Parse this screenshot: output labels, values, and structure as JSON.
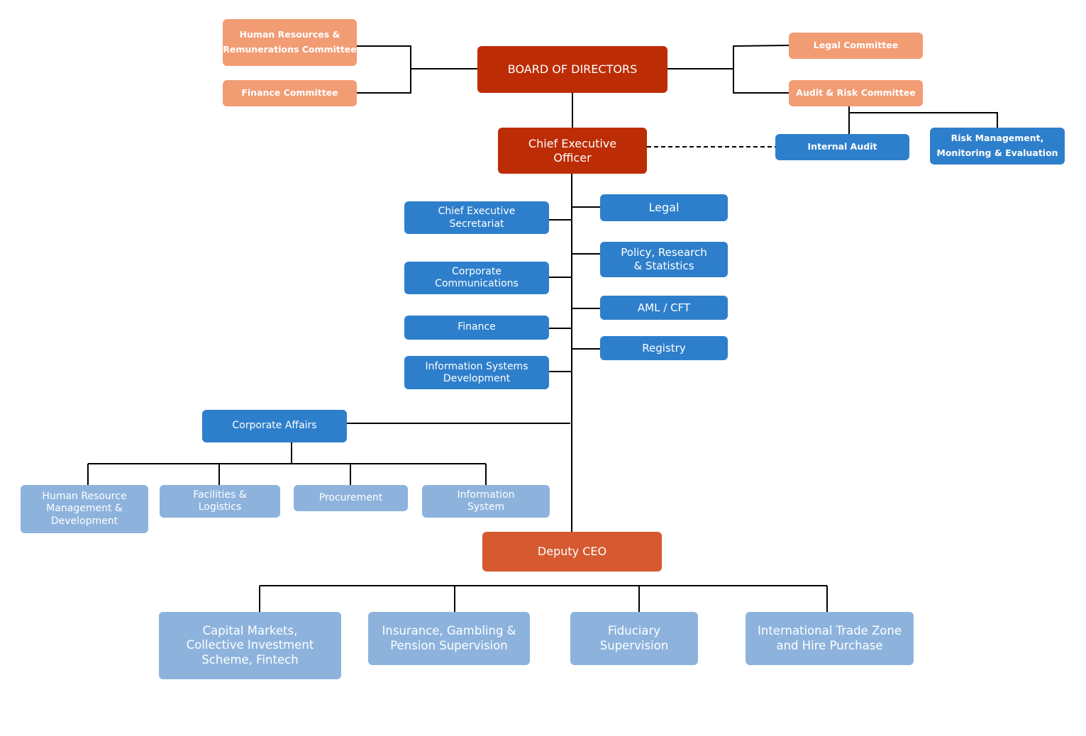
{
  "board": {
    "label": "BOARD OF DIRECTORS"
  },
  "committees": {
    "hr_remuneration": "Human Resources &\nRemunerations Committee",
    "finance": "Finance Committee",
    "legal": "Legal Committee",
    "audit_risk": "Audit & Risk Committee"
  },
  "audit_units": {
    "internal_audit": "Internal Audit",
    "risk_management": "Risk Management,\nMonitoring & Evaluation"
  },
  "ceo": {
    "label": "Chief Executive\nOfficer"
  },
  "ceo_units_left": {
    "secretariat": "Chief Executive\nSecretariat",
    "communications": "Corporate\nCommunications",
    "finance": "Finance",
    "isd": "Information Systems\nDevelopment"
  },
  "ceo_units_right": {
    "legal": "Legal",
    "policy": "Policy, Research\n& Statistics",
    "aml": "AML / CFT",
    "registry": "Registry"
  },
  "corporate_affairs": {
    "label": "Corporate Affairs",
    "hr": "Human Resource\nManagement &\nDevelopment",
    "facilities": "Facilities &\nLogistics",
    "procurement": "Procurement",
    "info_system": "Information\nSystem"
  },
  "deputy": {
    "label": "Deputy CEO"
  },
  "supervision": {
    "capital_markets": "Capital Markets,\nCollective Investment\nScheme, Fintech",
    "insurance": "Insurance, Gambling &\nPension Supervision",
    "fiduciary": "Fiduciary\nSupervision",
    "itz": "International Trade Zone\nand Hire Purchase"
  },
  "colors": {
    "board": "#bc2d05",
    "deputy": "#d65a30",
    "committee": "#f29c74",
    "unit": "#2e7fcb",
    "sub_unit": "#8db3dd",
    "connector": "#000000"
  }
}
